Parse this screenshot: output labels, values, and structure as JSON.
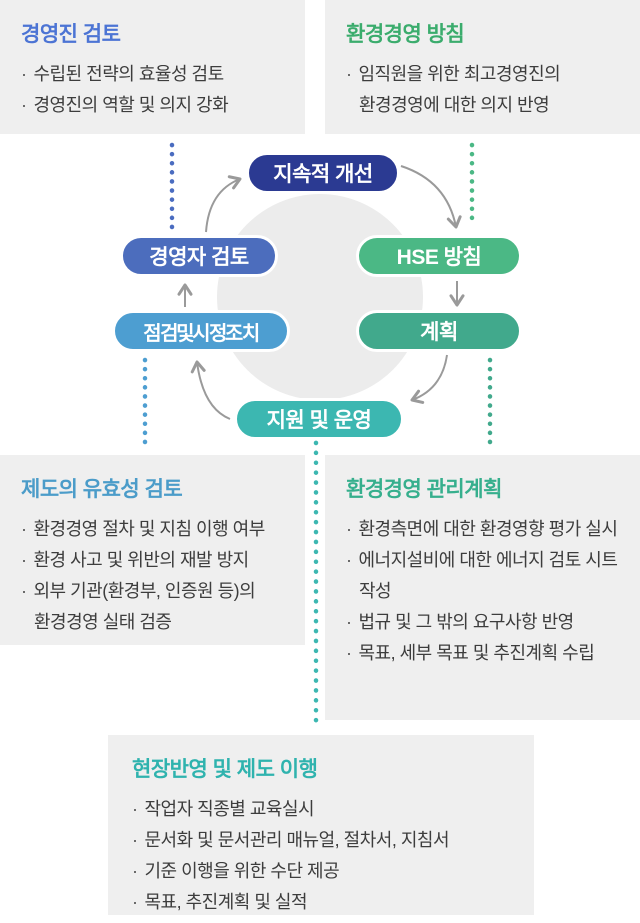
{
  "panels": {
    "top_left": {
      "title": "경영진 검토",
      "title_color": "#4c74d4",
      "items": [
        "수립된 전략의 효율성 검토",
        "경영진의 역할 및 의지 강화"
      ]
    },
    "top_right": {
      "title": "환경경영 방침",
      "title_color": "#3bac6d",
      "items": [
        "임직원을 위한 최고경영진의 환경경영에 대한 의지 반영"
      ]
    },
    "bottom_left": {
      "title": "제도의 유효성 검토",
      "title_color": "#4b9cc9",
      "items": [
        "환경경영 절차 및 지침 이행 여부",
        "환경 사고 및 위반의 재발 방지",
        "외부 기관(환경부, 인증원 등)의 환경경영 실태 검증"
      ]
    },
    "bottom_right": {
      "title": "환경경영 관리계획",
      "title_color": "#36af8d",
      "items": [
        "환경측면에 대한 환경영향 평가 실시",
        "에너지설비에 대한 에너지 검토 시트 작성",
        "법규 및 그 밖의 요구사항 반영",
        "목표, 세부 목표 및 추진계획 수립"
      ]
    },
    "bottom_center": {
      "title": "현장반영 및 제도 이행",
      "title_color": "#2fb3ae",
      "items": [
        "작업자 직종별 교육실시",
        "문서화 및 문서관리 매뉴얼, 절차서, 지침서",
        "기준 이행을 위한 수단 제공",
        "목표, 추진계획 및 실적"
      ]
    }
  },
  "cycle": {
    "nodes": [
      {
        "label": "지속적 개선",
        "color": "#2b3a92"
      },
      {
        "label": "HSE 방침",
        "color": "#4bb885"
      },
      {
        "label": "계획",
        "color": "#41a98c"
      },
      {
        "label": "지원 및 운영",
        "color": "#3cb7b1"
      },
      {
        "label": "점검 및 시정 조치",
        "color": "#4d9ed1"
      },
      {
        "label": "경영자 검토",
        "color": "#4c6dbd"
      }
    ]
  },
  "colors": {
    "panel_bg": "#efefef",
    "body_text": "#3d3d3d",
    "circle_gray": "#ececec",
    "arrow_gray": "#9a9a9a",
    "dot_blue": "#4a6cc0",
    "dot_green": "#4bb885",
    "dot_skyblue": "#4d9ed1",
    "dot_teal_green": "#41a98c",
    "dot_teal": "#3cb7b1"
  }
}
